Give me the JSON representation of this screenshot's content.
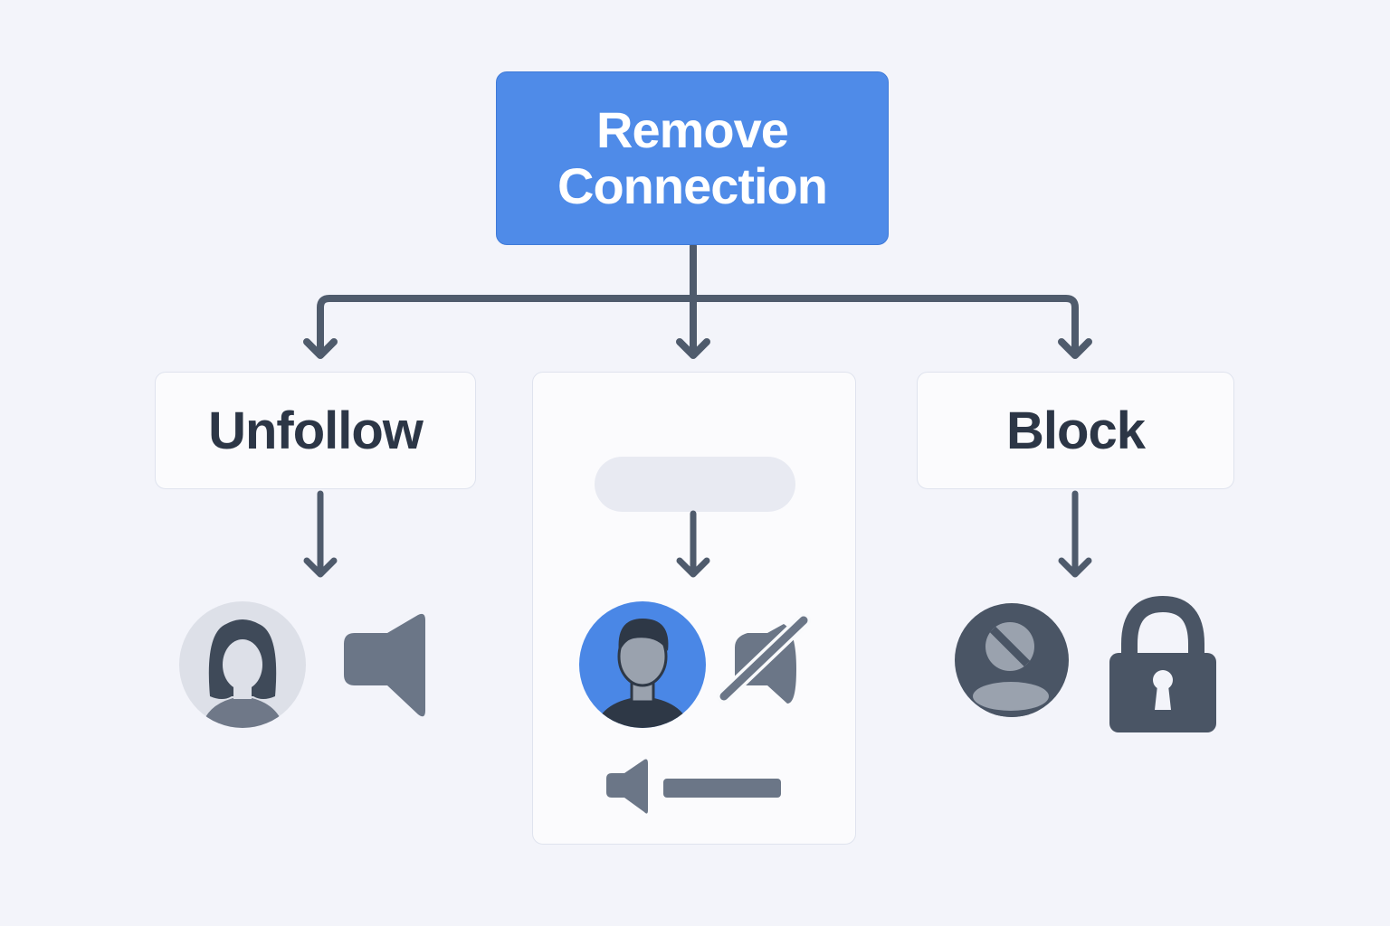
{
  "diagram": {
    "root": {
      "label": "Remove\nConnection",
      "color": "#4f8be8"
    },
    "branches": [
      {
        "label": "Unfollow",
        "icons": [
          "female-avatar-icon",
          "speaker-icon"
        ]
      },
      {
        "label": "",
        "icons": [
          "male-avatar-icon",
          "speaker-muted-icon",
          "speaker-slider-icon"
        ]
      },
      {
        "label": "Block",
        "icons": [
          "blocked-user-icon",
          "padlock-icon"
        ]
      }
    ],
    "colors": {
      "connector": "#4f5b6c",
      "icon_gray": "#6b7687",
      "icon_dark": "#3f4a59",
      "background": "#f3f4fa"
    }
  }
}
